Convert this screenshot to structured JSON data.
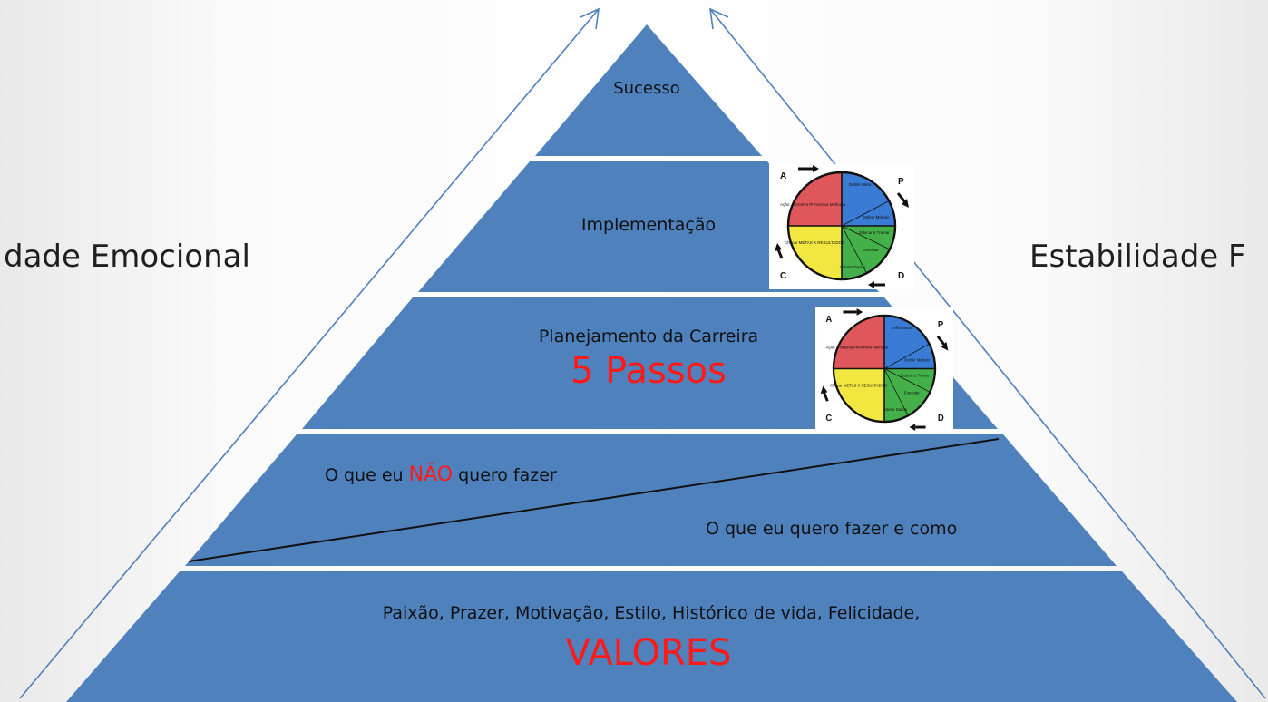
{
  "side_labels": {
    "left": "dade Emocional",
    "right": "Estabilidade F"
  },
  "tiers": {
    "top": "Sucesso",
    "second": "Implementação",
    "third_title": "Planejamento da Carreira",
    "third_highlight": "5 Passos",
    "fourth_left_prefix": "O que eu ",
    "fourth_left_highlight": "NÃO",
    "fourth_left_suffix": " quero fazer",
    "fourth_right": "O que eu quero fazer e como",
    "base_text": "Paixão, Prazer, Motivação, Estilo, Histórico de vida, Felicidade,",
    "base_highlight": "VALORES"
  },
  "pdca": {
    "letters": [
      "A",
      "P",
      "D",
      "C"
    ],
    "quadrants": [
      {
        "label": "Ação: Corretiva Preventiva Melhoria",
        "color": "#e0575b"
      },
      {
        "label": "Definir Meta",
        "color": "#3a7bd5"
      },
      {
        "label": "Definir Método",
        "color": "#2a5fb0"
      },
      {
        "label": "Educar e Treinar",
        "color": "#44b04a"
      },
      {
        "label": "Executar",
        "color": "#3fa543"
      },
      {
        "label": "Coletar Dados",
        "color": "#37983c"
      },
      {
        "label": "Checar METAS X RESULTADOS",
        "color": "#f2e640"
      }
    ]
  },
  "colors": {
    "tier_fill": "#4f81bd",
    "tier_gap": "#ffffff",
    "arrow": "#4f81bd",
    "highlight": "#ff1a1a"
  }
}
